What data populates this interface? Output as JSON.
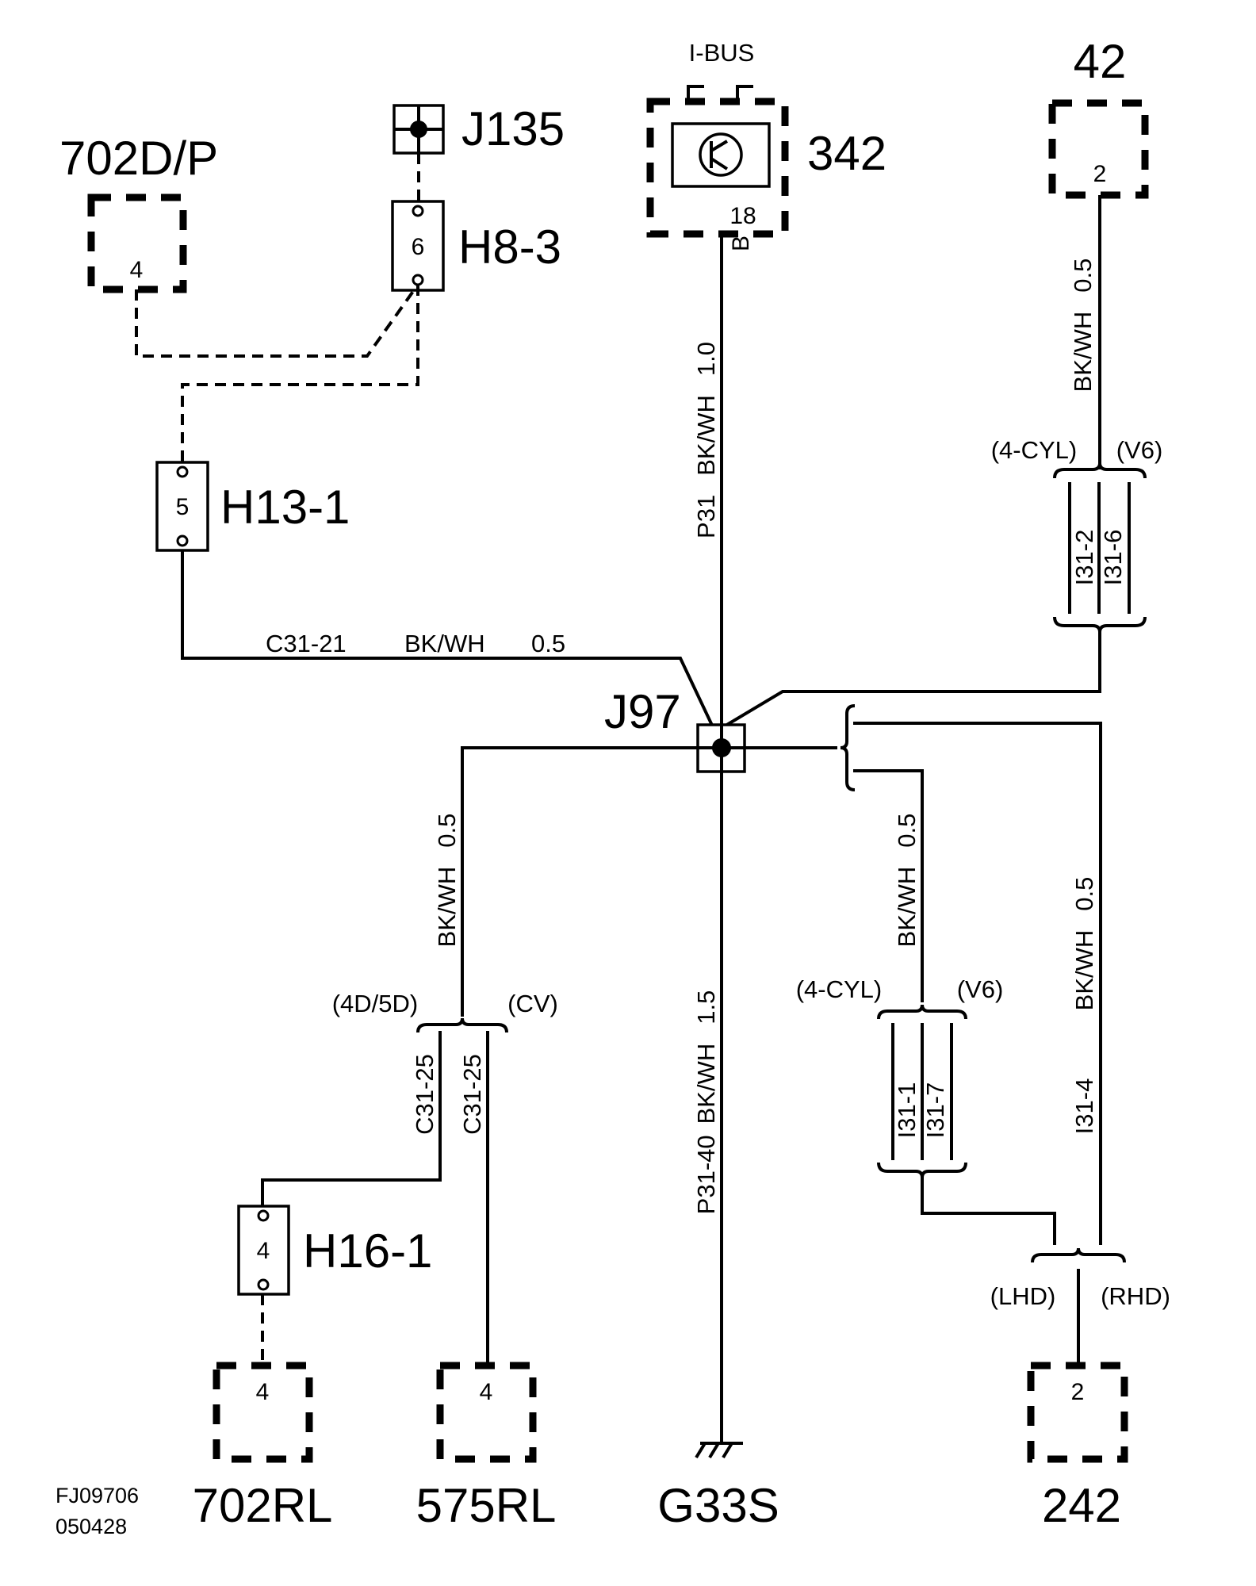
{
  "components": {
    "c702dp": {
      "label": "702D/P",
      "pin": "4"
    },
    "j135": {
      "label": "J135"
    },
    "h8_3": {
      "label": "H8-3",
      "pin": "6"
    },
    "h13_1": {
      "label": "H13-1",
      "pin": "5"
    },
    "c342": {
      "label": "342",
      "pin": "18",
      "pin_letter": "B",
      "bus": "I-BUS"
    },
    "c42": {
      "label": "42",
      "pin": "2"
    },
    "j97": {
      "label": "J97"
    },
    "h16_1": {
      "label": "H16-1",
      "pin": "4"
    },
    "c702rl": {
      "label": "702RL",
      "pin": "4"
    },
    "c575rl": {
      "label": "575RL",
      "pin": "4"
    },
    "g33s": {
      "label": "G33S"
    },
    "c242": {
      "label": "242",
      "pin": "2"
    }
  },
  "wires": {
    "w342_j97": {
      "circuit": "P31",
      "color": "BK/WH",
      "gauge": "1.0"
    },
    "wh13_j97": {
      "circuit": "C31-21",
      "color": "BK/WH",
      "gauge": "0.5"
    },
    "w42": {
      "color": "BK/WH",
      "gauge": "0.5"
    },
    "wleft": {
      "color": "BK/WH",
      "gauge": "0.5"
    },
    "wg33s": {
      "circuit": "P31-40",
      "color": "BK/WH",
      "gauge": "1.5"
    },
    "wmid": {
      "color": "BK/WH",
      "gauge": "0.5"
    },
    "wright": {
      "color": "BK/WH",
      "gauge": "0.5"
    }
  },
  "connectors": {
    "i31_2": "I31-2",
    "i31_6": "I31-6",
    "i31_1": "I31-1",
    "i31_7": "I31-7",
    "i31_4": "I31-4",
    "c31_25a": "C31-25",
    "c31_25b": "C31-25"
  },
  "options": {
    "top_4cyl": "(4-CYL)",
    "top_v6": "(V6)",
    "mid_4cyl": "(4-CYL)",
    "mid_v6": "(V6)",
    "opt_4d5d": "(4D/5D)",
    "opt_cv": "(CV)",
    "opt_lhd": "(LHD)",
    "opt_rhd": "(RHD)"
  },
  "footer": {
    "line1": "FJ09706",
    "line2": "050428"
  }
}
